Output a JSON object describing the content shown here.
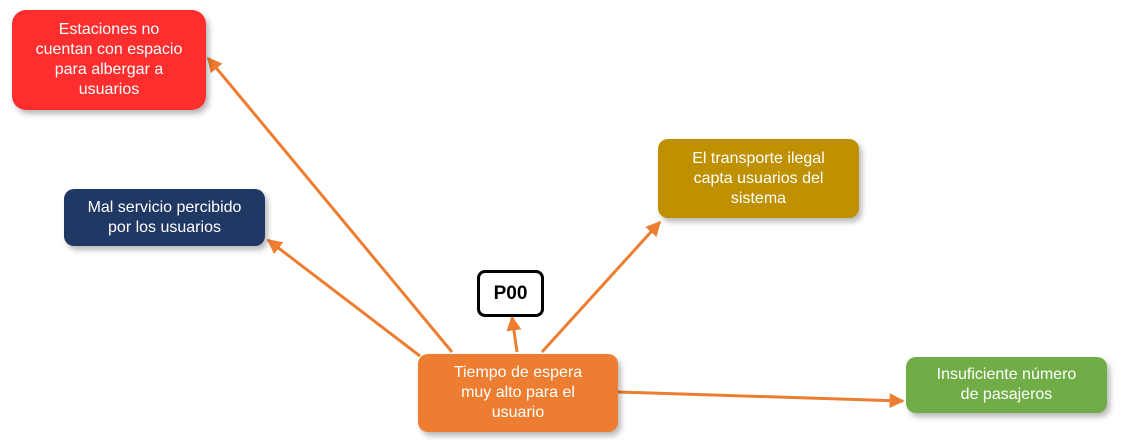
{
  "colors": {
    "arrow": "#ed7d31",
    "estaciones": "#ff2e2e",
    "mal_servicio": "#203864",
    "transporte": "#bf9000",
    "tiempo": "#ed7d31",
    "insuficiente": "#70ad47",
    "p00_border": "#000000"
  },
  "nodes": {
    "estaciones": "Estaciones no\ncuentan con espacio\npara albergar a\nusuarios",
    "mal_servicio": "Mal servicio percibido\npor los usuarios",
    "transporte": "El transporte ilegal\ncapta usuarios del\nsistema",
    "tiempo": "Tiempo de espera\nmuy alto para el\nusuario",
    "insuficiente": "Insuficiente número\nde pasajeros",
    "p00": "P00"
  }
}
